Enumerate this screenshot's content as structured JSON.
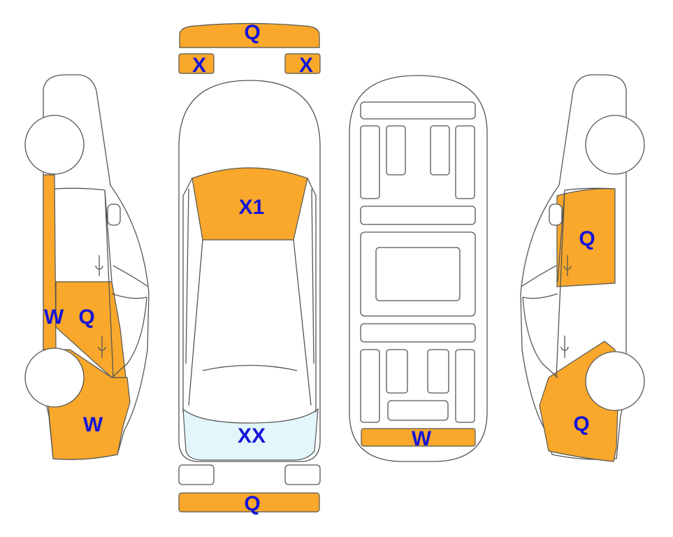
{
  "colors": {
    "damage": "#F9A82B",
    "glass_damage": "#E2F6FB",
    "label": "#1515D8",
    "outline": "#555555"
  },
  "top_view": {
    "front_bumper": "Q",
    "left_mirror": "X",
    "right_mirror": "X",
    "windshield": "X1",
    "rear_window": "XX",
    "rear_bumper": "Q"
  },
  "left_side": {
    "rocker": "W",
    "rear_door": "Q",
    "rear_quarter": "W"
  },
  "right_side": {
    "front_door": "Q",
    "rear_quarter": "Q"
  },
  "underbody": {
    "rear": "W"
  }
}
